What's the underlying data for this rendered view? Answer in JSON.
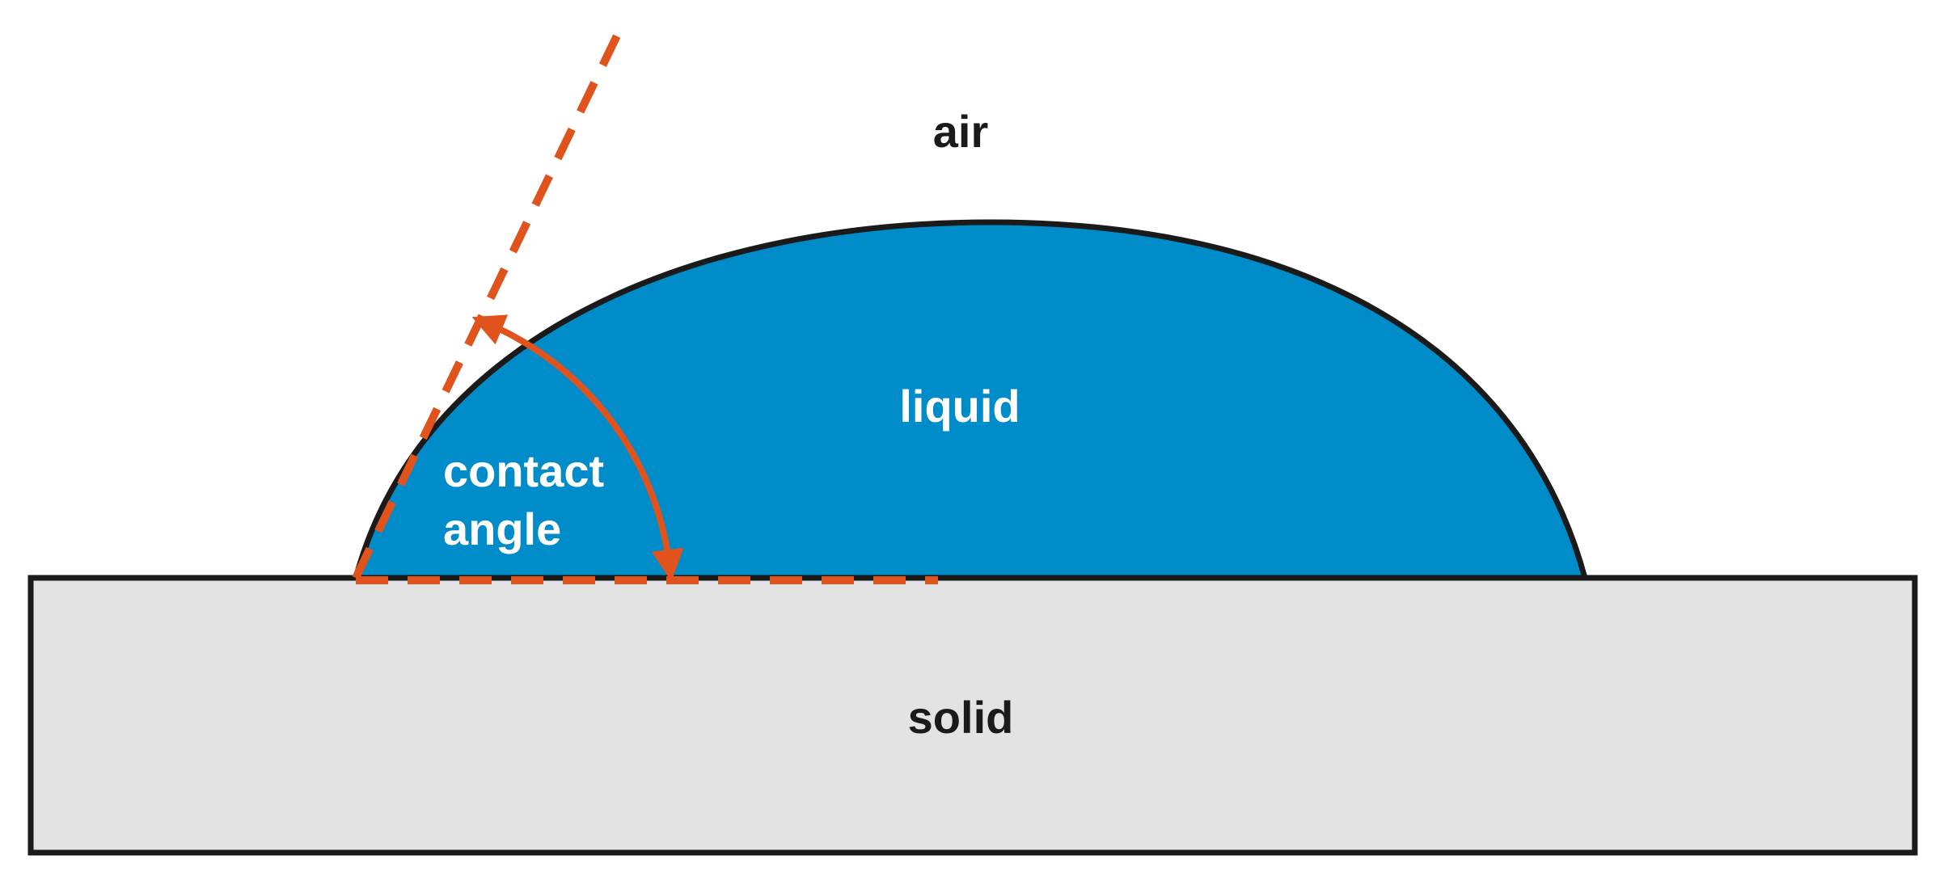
{
  "labels": {
    "air": "air",
    "liquid": "liquid",
    "contact_angle_line1": "contact",
    "contact_angle_line2": "angle",
    "solid": "solid"
  },
  "colors": {
    "liquid": "#008CC9",
    "solid": "#E3E3E3",
    "outline": "#1a1a1a",
    "indicator": "#E0531C",
    "background": "#FFFFFF"
  }
}
